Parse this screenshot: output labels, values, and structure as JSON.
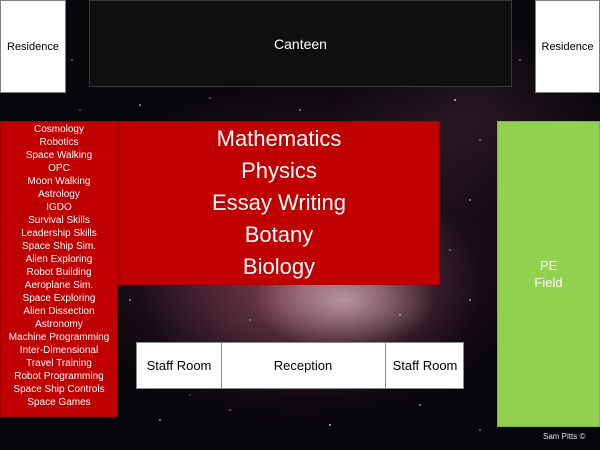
{
  "residence_left": {
    "label": "Residence"
  },
  "canteen": {
    "label": "Canteen"
  },
  "residence_right": {
    "label": "Residence"
  },
  "electives": [
    "Cosmology",
    "Robotics",
    "Space Walking",
    "OPC",
    "Moon Walking",
    "Astrology",
    "IGDO",
    "Survival Skills",
    "Leadership Skills",
    "Space Ship Sim.",
    "Alien Exploring",
    "Robot Building",
    "Aeroplane Sim.",
    "Space Exploring",
    "Alien Dissection",
    "Astronomy",
    "Machine Programming",
    "Inter-Dimensional",
    "Travel Training",
    "Robot Programming",
    "Space Ship Controls",
    "Space Games"
  ],
  "main_subjects": [
    "Mathematics",
    "Physics",
    "Essay Writing",
    "Botany",
    "Biology"
  ],
  "pe_field": {
    "line1": "PE",
    "line2": "Field"
  },
  "offices": {
    "staff_room_left": "Staff Room",
    "reception": "Reception",
    "staff_room_right": "Staff Room"
  },
  "credit": "Sam Pitts ©",
  "colors": {
    "block_red": "#c00000",
    "field_green": "#92d050",
    "canteen_black": "#0f0f0f",
    "room_white": "#ffffff"
  }
}
